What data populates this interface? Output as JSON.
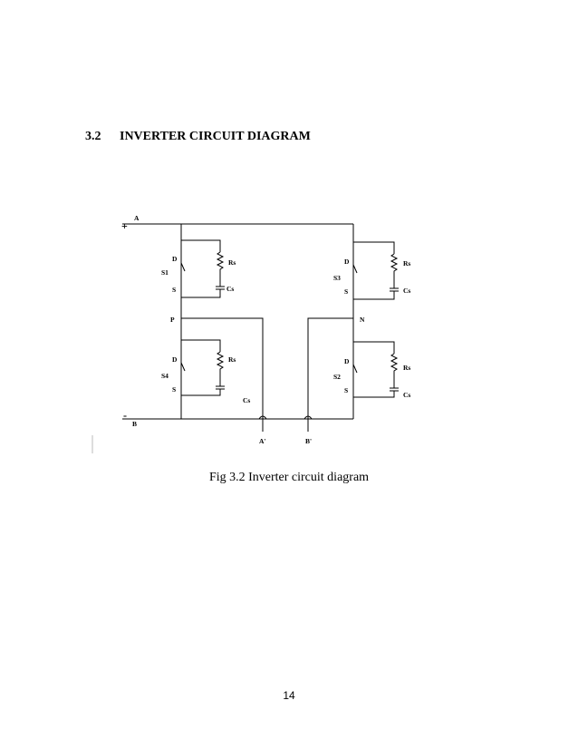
{
  "section": {
    "number": "3.2",
    "title": "INVERTER CIRCUIT DIAGRAM"
  },
  "diagram": {
    "supply": {
      "positive_sign": "+",
      "negative_sign": "-",
      "node_top": "A",
      "node_bottom": "B"
    },
    "nodes": {
      "left_mid": "P",
      "right_mid": "N"
    },
    "switches": [
      {
        "name": "S1",
        "drain": "D",
        "source": "S",
        "resistor": "Rs",
        "capacitor": "Cs"
      },
      {
        "name": "S3",
        "drain": "D",
        "source": "S",
        "resistor": "Rs",
        "capacitor": "Cs"
      },
      {
        "name": "S4",
        "drain": "D",
        "source": "S",
        "resistor": "Rs",
        "capacitor": ""
      },
      {
        "name": "S2",
        "drain": "D",
        "source": "S",
        "resistor": "Rs",
        "capacitor": "Cs"
      }
    ],
    "extra_capacitor_label": "Cs",
    "outputs": {
      "left": "A'",
      "right": "B'"
    }
  },
  "caption": "Fig 3.2 Inverter circuit diagram",
  "page_number": "14"
}
